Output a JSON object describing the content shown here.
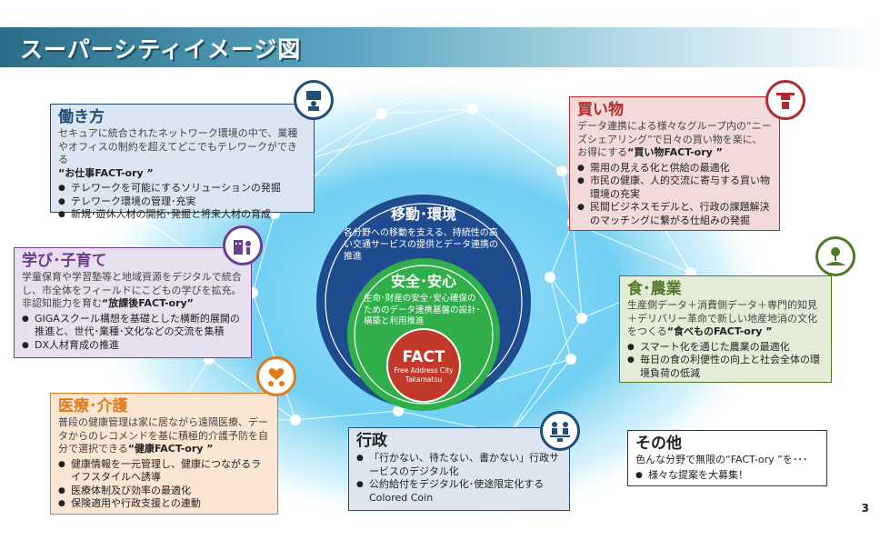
{
  "title": "スーパーシティイメージ図",
  "page_number": "3",
  "colors": {
    "work": "#1f4e79",
    "learn": "#6f3c8f",
    "medical": "#e07b1a",
    "shop": "#b32a2a",
    "food": "#4f7a28",
    "admin": "#1f4e79",
    "other": "#222222",
    "mobility_circle": "#1f4b8f",
    "safety_circle": "#2fae4a",
    "fact_circle": "#c0392b"
  },
  "center": {
    "mobility": {
      "title": "移動･環境",
      "text": "各分野への移動を支える、持続性の高い交通サービスの提供とデータ連携の推進"
    },
    "safety": {
      "title": "安全･安心",
      "text": "生命･財産の安全･安心確保のためのデータ連携基盤の設計･構築と利用推進"
    },
    "fact": {
      "title": "FACT",
      "line1": "Free Address City",
      "line2": "Takamatsu"
    }
  },
  "boxes": {
    "work": {
      "title": "働き方",
      "desc": "セキュアに統合されたネットワーク環境の中で、業種やオフィスの制約を超えてどこでもテレワークができる",
      "highlight": "“お仕事FACT-ory ”",
      "bullets": [
        "テレワークを可能にするソリューションの発掘",
        "テレワーク環境の管理･充実",
        "新規･遊休人材の開拓･発掘と将来人材の育成"
      ]
    },
    "learn": {
      "title": "学び･子育て",
      "desc": "学童保育や学習塾等と地域資源をデジタルで統合し、市全体をフィールドにこどもの学びを拡充。非認知能力を育む",
      "highlight": "“放課後FACT-ory”",
      "bullets": [
        "GIGAスクール構想を基礎とした横断的展開の推進と、世代･業種･文化などの交流を集積",
        "DX人材育成の推進"
      ]
    },
    "medical": {
      "title": "医療･介護",
      "desc": "普段の健康管理は家に居ながら遠隔医療、データからのレコメンドを基に積極的介護予防を自分で選択できる",
      "highlight": "“健康FACT-ory ”",
      "bullets": [
        "健康情報を一元管理し、健康につながるライフスタイルへ誘導",
        "医療体制及び効率の最適化",
        "保険適用や行政支援との連動"
      ]
    },
    "shop": {
      "title": "買い物",
      "desc": "データ連携による様々なグループ内の“ニーズシェアリング”で日々の買い物を楽に、お得にする",
      "highlight": "“買い物FACT-ory ”",
      "bullets": [
        "需用の見える化と供給の最適化",
        "市民の健康、人的交流に寄与する買い物環境の充実",
        "民間ビジネスモデルと、行政の課題解決のマッチングに繋がる仕組みの発掘"
      ]
    },
    "food": {
      "title": "食･農業",
      "desc": "生産側データ＋消費側データ＋専門的知見＋デリバリー革命で新しい地産地消の文化をつくる",
      "highlight": "“食べものFACT-ory ”",
      "bullets": [
        "スマート化を通じた農業の最適化",
        "毎日の食の利便性の向上と社会全体の環境負荷の低減"
      ]
    },
    "admin": {
      "title": "行政",
      "bullets": [
        "「行かない、待たない、書かない」行政サービスのデジタル化",
        "公約給付をデジタル化･使途限定化する Colored Coin"
      ]
    },
    "other": {
      "title": "その他",
      "desc": "色んな分野で無限の“FACT-ory ”を･･･",
      "bullets": [
        "様々な提案を大募集！"
      ]
    }
  },
  "icons": [
    "telework-icon",
    "school-icon",
    "healthcare-icon",
    "drone-delivery-icon",
    "agriculture-icon",
    "consultation-icon"
  ]
}
